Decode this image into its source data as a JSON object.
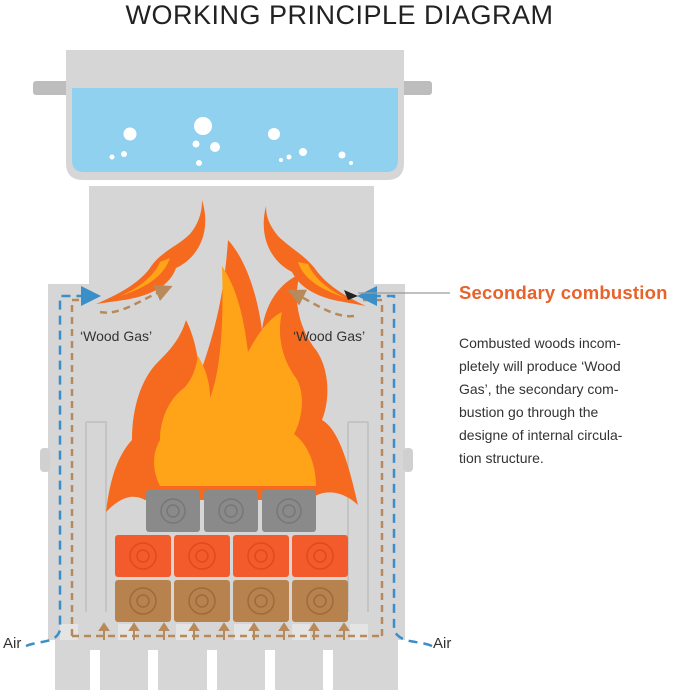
{
  "title": "WORKING PRINCIPLE DIAGRAM",
  "secondary_combustion": {
    "heading": "Secondary combustion",
    "description_lines": [
      "Combusted woods incom-",
      "pletely will produce ‘Wood",
      "Gas’, the secondary com-",
      "bustion go through the",
      "designe of internal circula-",
      "tion structure."
    ]
  },
  "labels": {
    "wood_gas_left": "‘Wood Gas’",
    "wood_gas_right": "‘Wood Gas’",
    "air_left": "Air",
    "air_right": "Air"
  },
  "colors": {
    "accent": "#e8622a",
    "air_flow": "#3a8fc8",
    "gas_flow": "#b8895a",
    "water": "#8fd1ef",
    "stove_body": "#d6d6d6",
    "flame_outer": "#f56a1f",
    "flame_inner": "#ffa418",
    "log_burnt": "#8a8a8a",
    "log_burning": "#f35a2c",
    "log_fresh": "#b7824d"
  },
  "icons": [
    "pot-icon",
    "flame-icon",
    "log-icon",
    "arrow-icon"
  ]
}
